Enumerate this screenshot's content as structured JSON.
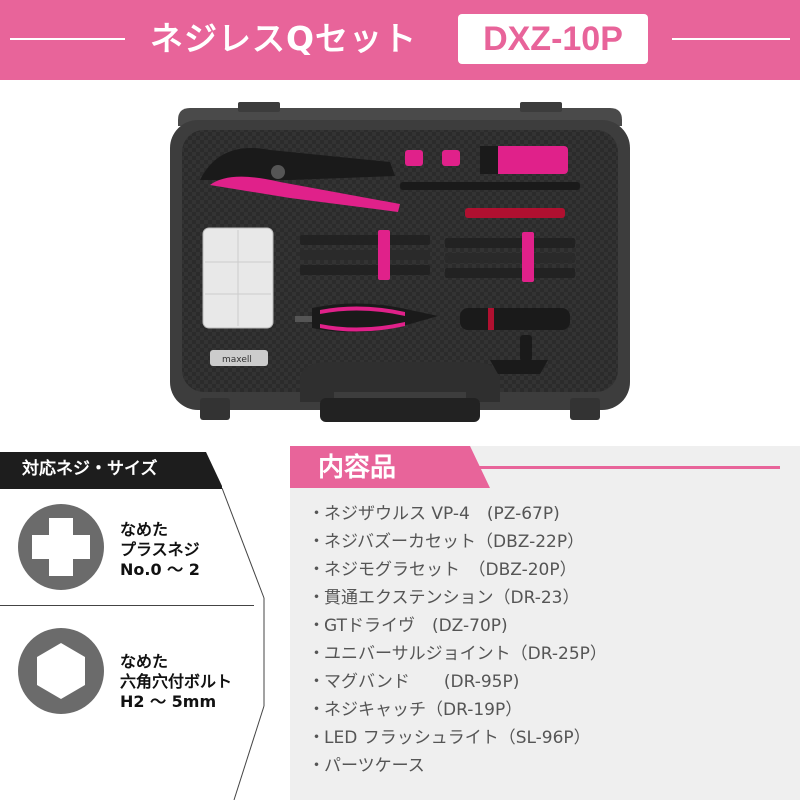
{
  "header": {
    "title": "ネジレスQセット",
    "model": "DXZ-10P"
  },
  "case": {
    "battery_label": "maxell",
    "colors": {
      "accent": "#e8649a",
      "case": "#3a3a3a",
      "foam": "#2a2a2a",
      "tool_pink": "#e0218a"
    }
  },
  "compatible": {
    "title": "対応ネジ・サイズ",
    "items": [
      {
        "line1": "なめた",
        "line2": "プラスネジ",
        "line3": "No.0 ～ 2",
        "icon": "phillips-screw-head-icon"
      },
      {
        "line1": "なめた",
        "line2": "六角穴付ボルト",
        "line3": "H2 ～ 5mm",
        "icon": "hex-socket-bolt-icon"
      }
    ]
  },
  "contents": {
    "title": "内容品",
    "bullet": "・",
    "items": [
      "ネジザウルス VP-4　(PZ-67P)",
      "ネジバズーカセット（DBZ-22P）",
      "ネジモグラセット　（DBZ-20P）",
      "貫通エクステンション（DR-23）",
      "GTドライヴ　(DZ-70P)",
      "ユニバーサルジョイント（DR-25P）",
      "マグバンド　　(DR-95P)",
      "ネジキャッチ（DR-19P）",
      "LED フラッシュライト（SL-96P）",
      "パーツケース"
    ]
  }
}
